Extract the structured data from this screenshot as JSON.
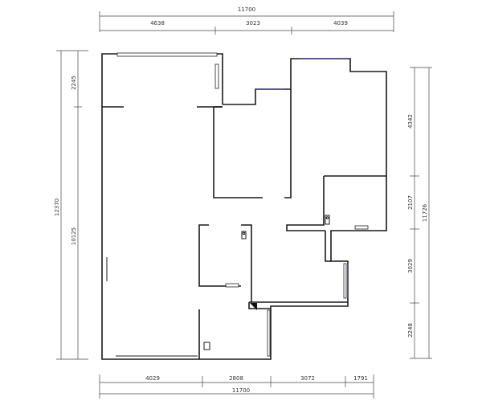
{
  "top_dims": {
    "total": "11700",
    "segments": [
      "4638",
      "3023",
      "4039"
    ]
  },
  "bottom_dims": {
    "total": "11700",
    "segments": [
      "4029",
      "2808",
      "3072",
      "1791"
    ]
  },
  "left_dims": {
    "total": "12370",
    "segments": [
      "2245",
      "10125"
    ]
  },
  "right_dims": {
    "total": "11726",
    "segments": [
      "4342",
      "2107",
      "3029",
      "2248"
    ]
  }
}
